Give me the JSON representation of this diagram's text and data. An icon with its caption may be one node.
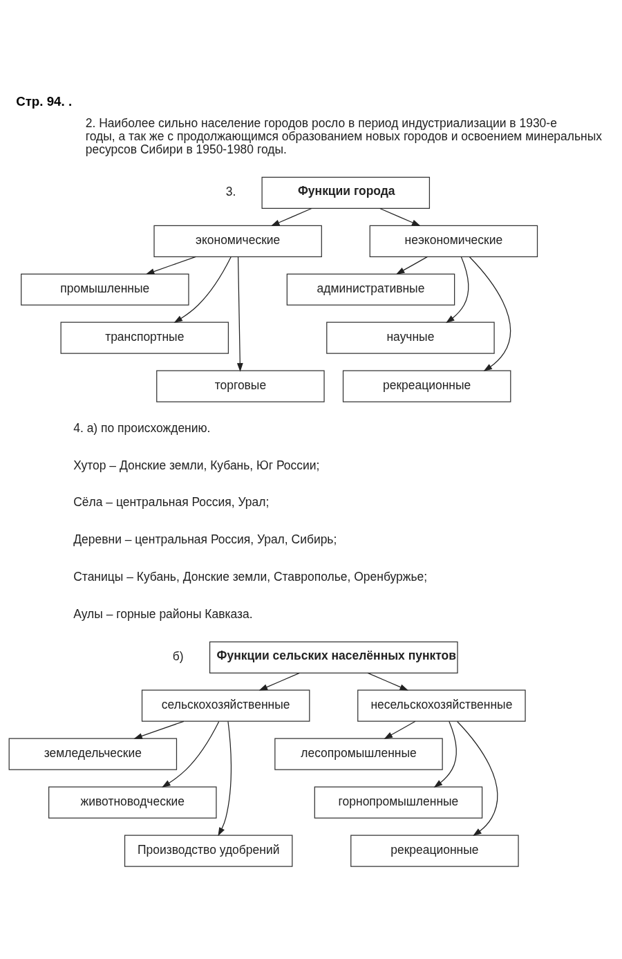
{
  "diagram": {
    "title": "Стр. 94. .",
    "nodes": [
      {
        "text": [
          "Функции города"
        ]
      },
      {
        "text": [
          "экономические"
        ]
      },
      {
        "text": [
          "неэкономические"
        ]
      },
      {
        "text": [
          "промышленные"
        ]
      },
      {
        "text": [
          "административные"
        ]
      },
      {
        "text": [
          "транспортные"
        ]
      },
      {
        "text": [
          "научные"
        ]
      },
      {
        "text": [
          "торговые"
        ]
      },
      {
        "text": [
          "рекреационные"
        ]
      },
      {
        "text": [
          "Функции сельских населённых пунктов"
        ]
      },
      {
        "text": [
          "сельскохозяйственные"
        ]
      },
      {
        "text": [
          "несельскохозяйственные"
        ]
      },
      {
        "text": [
          "земледельческие"
        ]
      },
      {
        "text": [
          "лесопромышленные"
        ]
      },
      {
        "text": [
          "животноводческие"
        ]
      },
      {
        "text": [
          "горнопромышленные"
        ]
      },
      {
        "text": [
          "Производство удобрений"
        ]
      },
      {
        "text": [
          "рекреационные"
        ]
      }
    ],
    "edges": [
      {
        "from": 0,
        "to": 1,
        "arrow": "to"
      },
      {
        "from": 0,
        "to": 2,
        "arrow": "to"
      },
      {
        "from": 1,
        "to": 3,
        "arrow": "to"
      },
      {
        "from": 1,
        "to": 5,
        "arrow": "to"
      },
      {
        "from": 1,
        "to": 7,
        "arrow": "to"
      },
      {
        "from": 2,
        "to": 4,
        "arrow": "to"
      },
      {
        "from": 2,
        "to": 6,
        "arrow": "to"
      },
      {
        "from": 2,
        "to": 8,
        "arrow": "to"
      },
      {
        "from": 9,
        "to": 10,
        "arrow": "to"
      },
      {
        "from": 9,
        "to": 11,
        "arrow": "to"
      },
      {
        "from": 10,
        "to": 12,
        "arrow": "to"
      },
      {
        "from": 10,
        "to": 14,
        "arrow": "to"
      },
      {
        "from": 10,
        "to": 16,
        "arrow": "to"
      },
      {
        "from": 11,
        "to": 13,
        "arrow": "to"
      },
      {
        "from": 11,
        "to": 15,
        "arrow": "to"
      },
      {
        "from": 11,
        "to": 17,
        "arrow": "to"
      }
    ],
    "labels": [
      "2. Наиболее сильно население городов росло в период индустриализации в 1930-е годы, а так же с продолжающимся образованием новых городов и освоением минеральных ресурсов Сибири в 1950-1980 годы.",
      "3.",
      "4. а) по происхождению.",
      "Хутор – Донские земли, Кубань, Юг России;",
      "Сёла – центральная Россия, Урал;",
      "Деревни – центральная Россия, Урал, Сибирь;",
      "Станицы – Кубань, Донские земли, Ставрополье, Оренбуржье;",
      "Аулы – горные районы Кавказа.",
      "б)"
    ]
  }
}
